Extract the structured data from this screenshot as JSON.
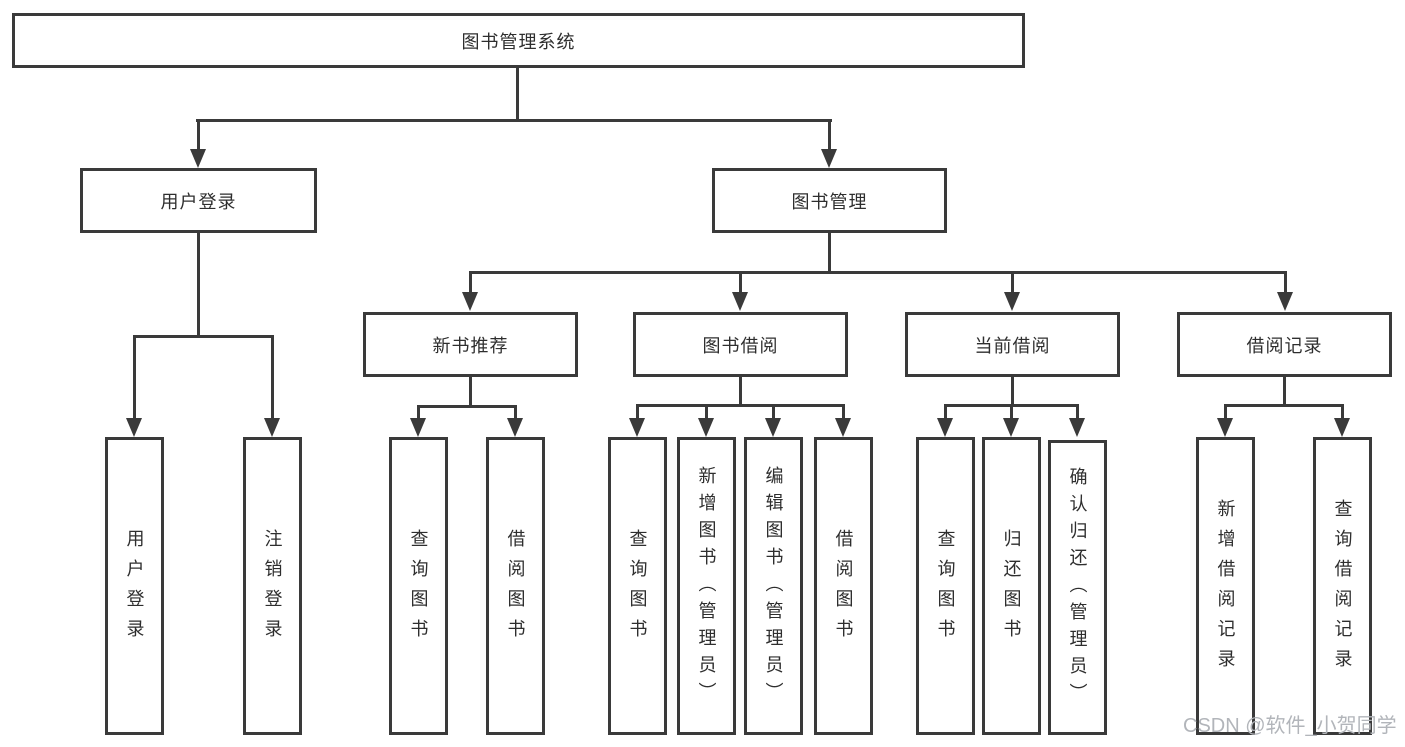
{
  "tree": {
    "root": {
      "label": "图书管理系统",
      "children": [
        {
          "label": "用户登录",
          "children": [
            {
              "label": "用户登录"
            },
            {
              "label": "注销登录"
            }
          ]
        },
        {
          "label": "图书管理",
          "children": [
            {
              "label": "新书推荐",
              "children": [
                {
                  "label": "查询图书"
                },
                {
                  "label": "借阅图书"
                }
              ]
            },
            {
              "label": "图书借阅",
              "children": [
                {
                  "label": "查询图书"
                },
                {
                  "label": "新增图书（管理员）"
                },
                {
                  "label": "编辑图书（管理员）"
                },
                {
                  "label": "借阅图书"
                }
              ]
            },
            {
              "label": "当前借阅",
              "children": [
                {
                  "label": "查询图书"
                },
                {
                  "label": "归还图书"
                },
                {
                  "label": "确认归还（管理员）"
                }
              ]
            },
            {
              "label": "借阅记录",
              "children": [
                {
                  "label": "新增借阅记录"
                },
                {
                  "label": "查询借阅记录"
                }
              ]
            }
          ]
        }
      ]
    }
  },
  "watermark": {
    "text": "CSDN @软件_小贺同学"
  },
  "colors": {
    "line": "#3a3a3a",
    "text": "#2e2e2e",
    "background": "#ffffff",
    "watermark": "#b2b5ba"
  }
}
